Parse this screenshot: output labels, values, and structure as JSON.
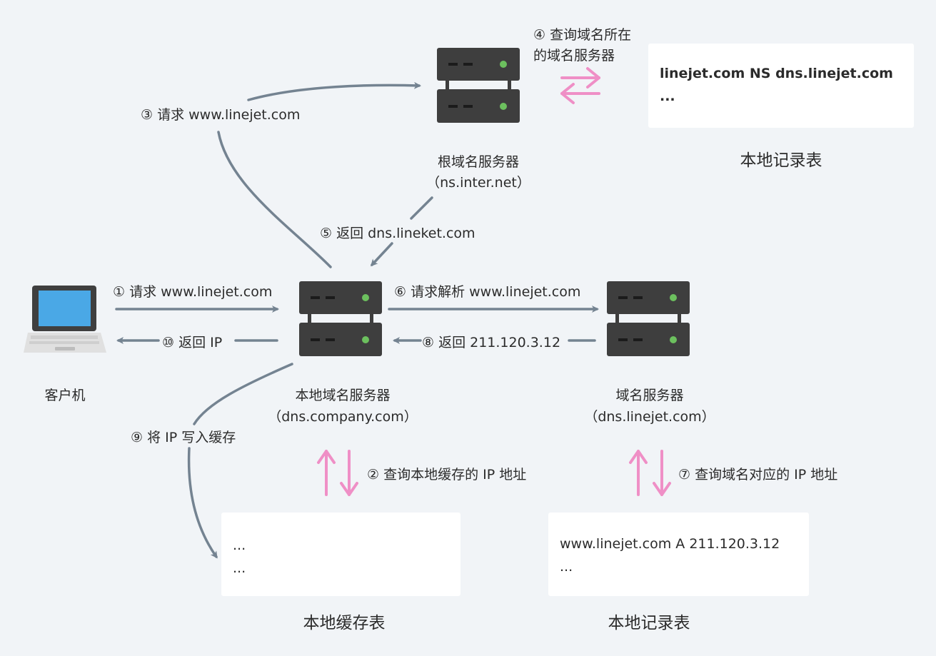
{
  "nodes": {
    "client": {
      "caption": "客户机"
    },
    "local_dns": {
      "caption": "本地域名服务器",
      "sub": "（dns.company.com）"
    },
    "root_dns": {
      "caption": "根域名服务器",
      "sub": "（ns.inter.net）"
    },
    "auth_dns": {
      "caption": "域名服务器",
      "sub": "（dns.linejet.com）"
    }
  },
  "tables": {
    "root_records": {
      "title": "本地记录表",
      "lines": [
        "linejet.com NS dns.linejet.com",
        "..."
      ]
    },
    "local_cache": {
      "title": "本地缓存表",
      "lines": [
        "...",
        "..."
      ]
    },
    "auth_records": {
      "title": "本地记录表",
      "lines": [
        "www.linejet.com A 211.120.3.12",
        "..."
      ]
    }
  },
  "steps": {
    "s1": "① 请求 www.linejet.com",
    "s2": "② 查询本地缓存的 IP 地址",
    "s3": "③ 请求 www.linejet.com",
    "s4_line1": "④ 查询域名所在",
    "s4_line2": "的域名服务器",
    "s5": "⑤ 返回 dns.lineket.com",
    "s6": "⑥ 请求解析 www.linejet.com",
    "s7": "⑦ 查询域名对应的 IP 地址",
    "s8": "⑧ 返回 211.120.3.12",
    "s9": "⑨ 将 IP 写入缓存",
    "s10": "⑩ 返回 IP"
  },
  "colors": {
    "background": "#f1f4f7",
    "arrow": "#748391",
    "lookup_arrow": "#ef8fc6",
    "server_body": "#3e3e3e",
    "server_led": "#6cc05e",
    "screen": "#4aa8e6"
  }
}
